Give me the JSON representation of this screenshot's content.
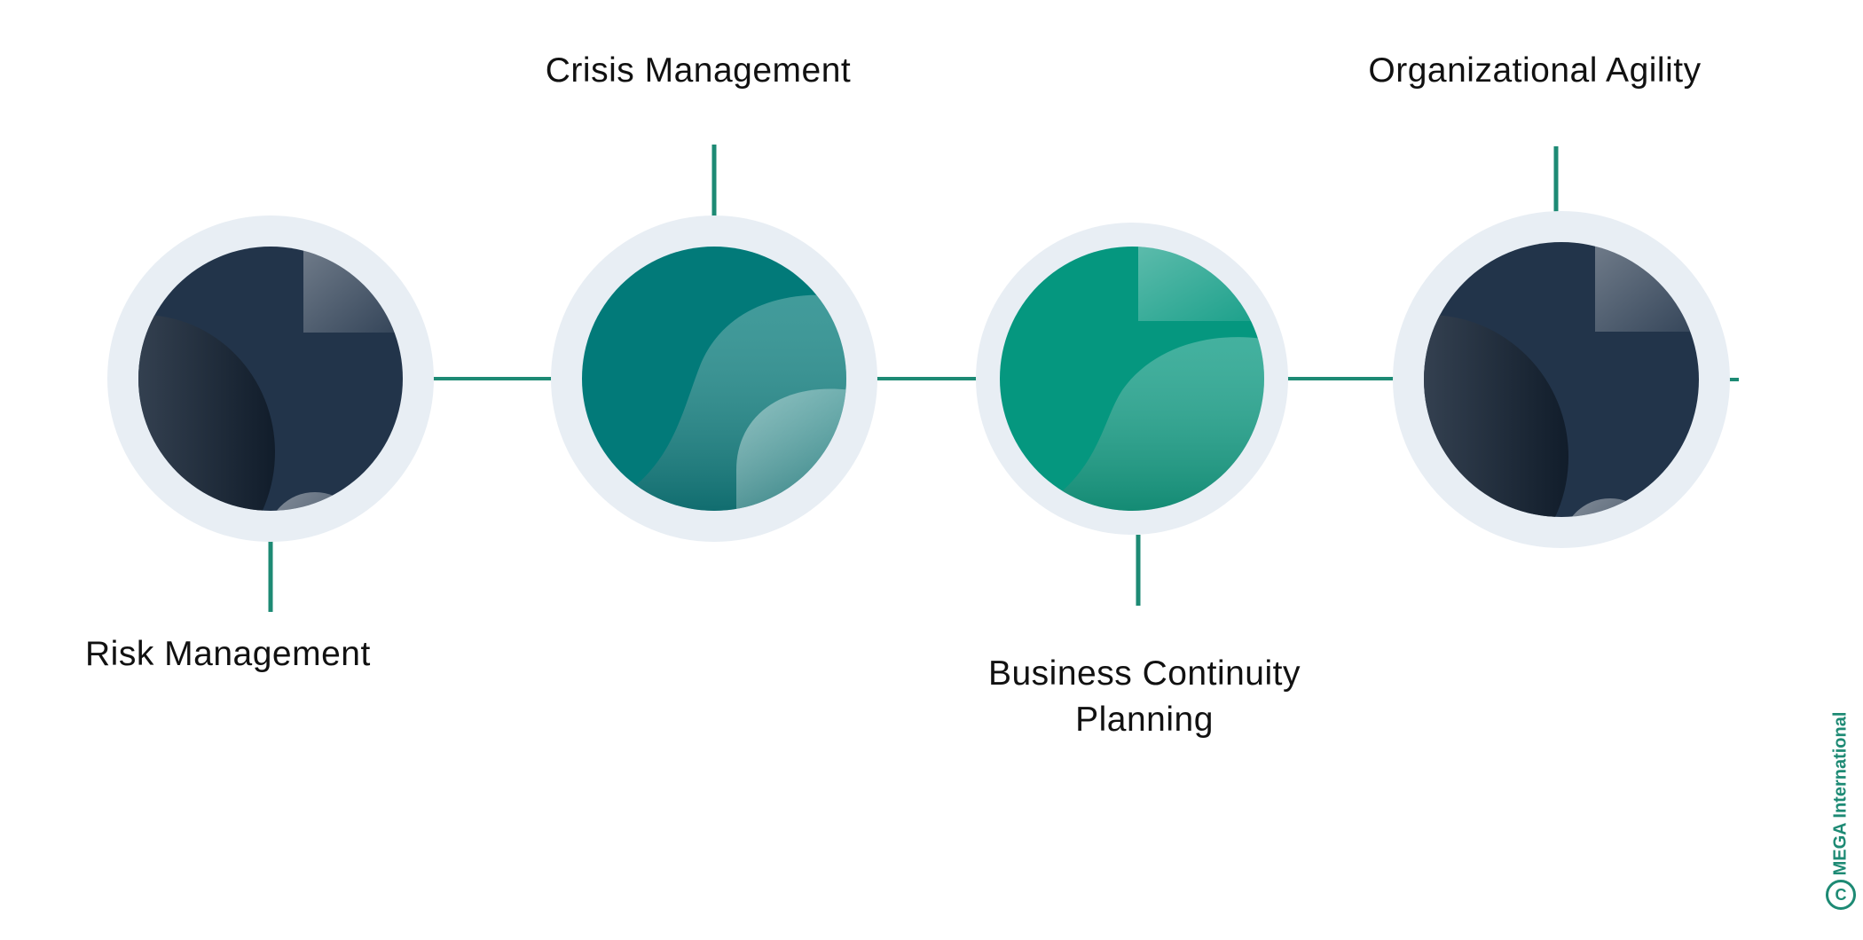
{
  "diagram": {
    "nodes": [
      {
        "id": "risk",
        "label": "Risk Management",
        "color": "#22344a"
      },
      {
        "id": "crisis",
        "label": "Crisis Management",
        "color": "#027a79"
      },
      {
        "id": "bcp",
        "label_line1": "Business Continuity",
        "label_line2": "Planning",
        "color": "#05977f"
      },
      {
        "id": "agility",
        "label": "Organizational Agility",
        "color": "#22344a"
      }
    ],
    "connector_color": "#1d8a74",
    "ring_color": "#e8eef4"
  },
  "watermark": {
    "text": "MEGA International",
    "symbol": "C"
  }
}
